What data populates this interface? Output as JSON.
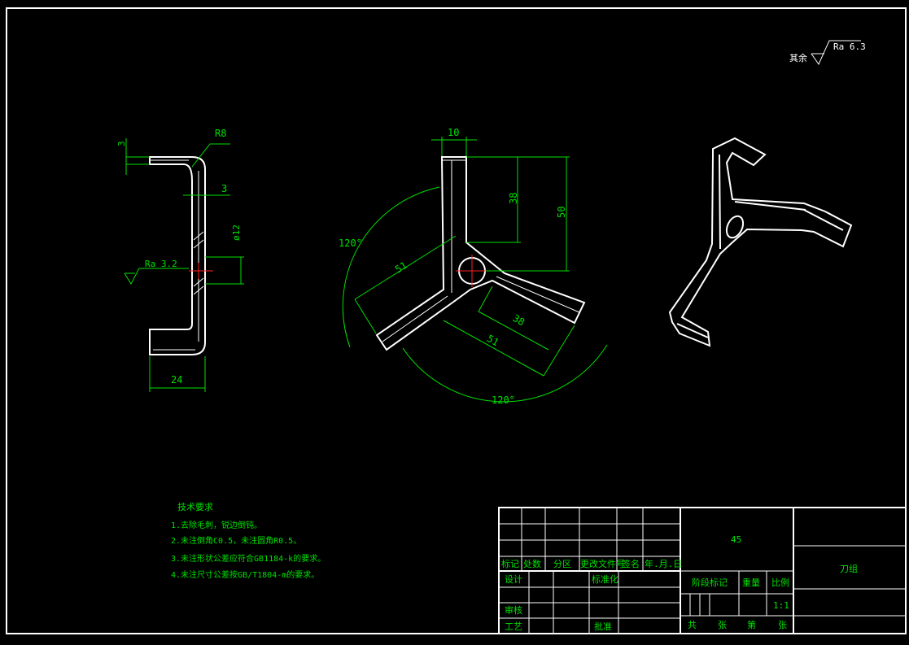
{
  "surface_note": {
    "label": "其余",
    "roughness": "Ra 6.3"
  },
  "side_view": {
    "thickness_top": "3",
    "bend_radius": "R8",
    "thickness_web": "3",
    "hole_dia": "ø12",
    "roughness": "Ra 3.2",
    "width": "24"
  },
  "front_view": {
    "arm_width": "10",
    "dim_38_vertical": "38",
    "dim_50_vertical": "50",
    "angle_left": "120°",
    "angle_bottom": "120°",
    "dim_51_left": "51",
    "dim_51_bottom": "51",
    "dim_38_bottom": "38"
  },
  "tech_requirements": {
    "title": "技术要求",
    "items": [
      "1.去除毛刺，锐边倒钝。",
      "2.未注倒角C0.5，未注圆角R0.5。",
      "3.未注形状公差应符合GB1184-k的要求。",
      "4.未注尺寸公差按GB/T1804-m的要求。"
    ]
  },
  "title_block": {
    "material": "45",
    "part_name": "刀组",
    "rev_headers": [
      "标记",
      "处数",
      "分区",
      "更改文件号",
      "签名",
      "年.月.日"
    ],
    "design": "设计",
    "standardize": "标准化",
    "review": "审核",
    "process": "工艺",
    "approve": "批准",
    "stage_mark": "阶段标记",
    "weight": "重量",
    "scale": "比例",
    "scale_value": "1:1",
    "total": "共",
    "sheets1": "张",
    "page": "第",
    "sheets2": "张"
  }
}
